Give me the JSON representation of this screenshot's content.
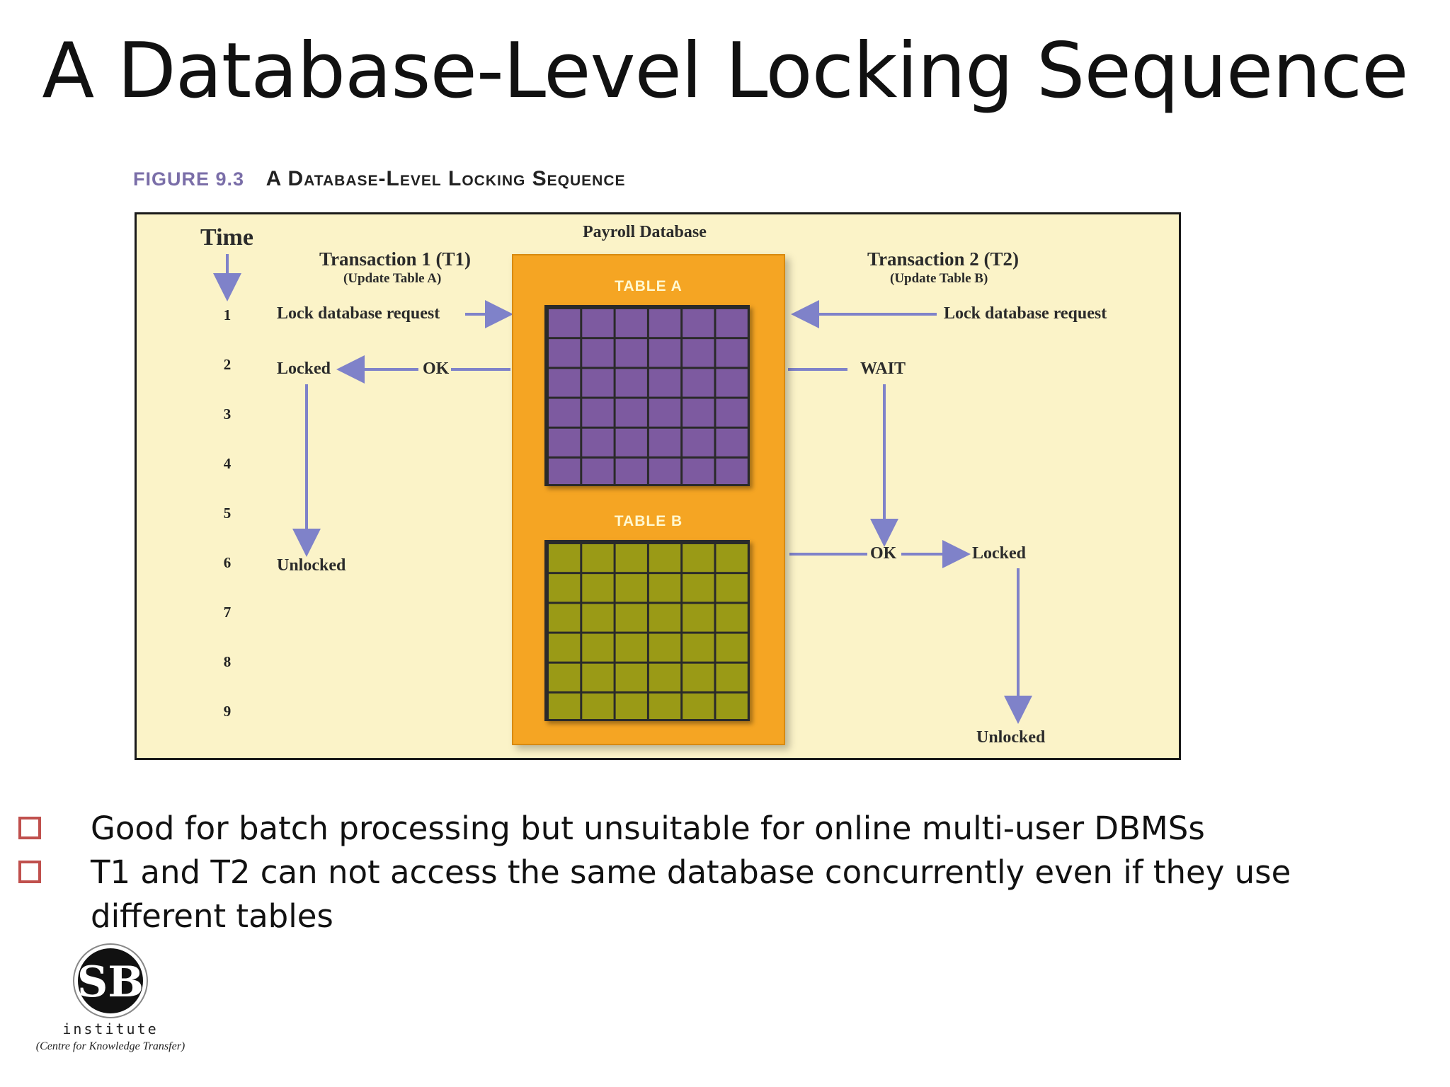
{
  "slide": {
    "title": "A Database-Level Locking Sequence"
  },
  "figure": {
    "number": "FIGURE 9.3",
    "caption": "A Database-Level Locking Sequence",
    "time_label": "Time",
    "time_ticks": [
      "1",
      "2",
      "3",
      "4",
      "5",
      "6",
      "7",
      "8",
      "9"
    ],
    "database_label": "Payroll Database",
    "table_a_label": "TABLE A",
    "table_b_label": "TABLE B",
    "t1": {
      "title": "Transaction 1 (T1)",
      "subtitle": "(Update Table A)",
      "request": "Lock database request",
      "ok": "OK",
      "locked": "Locked",
      "unlocked": "Unlocked"
    },
    "t2": {
      "title": "Transaction 2 (T2)",
      "subtitle": "(Update Table B)",
      "request": "Lock database request",
      "wait": "WAIT",
      "ok": "OK",
      "locked": "Locked",
      "unlocked": "Unlocked"
    },
    "colors": {
      "background": "#fbf3c8",
      "database": "#f5a523",
      "table_a": "#7d5aa0",
      "table_b": "#9a9a16",
      "arrow": "#7f82c9"
    }
  },
  "bullets": [
    "Good for batch processing but unsuitable for online multi-user DBMSs",
    "T1 and T2 can not access the same database concurrently even if they use different tables"
  ],
  "logo": {
    "mark": "SB",
    "name": "institute",
    "tagline": "(Centre for Knowledge Transfer)"
  }
}
